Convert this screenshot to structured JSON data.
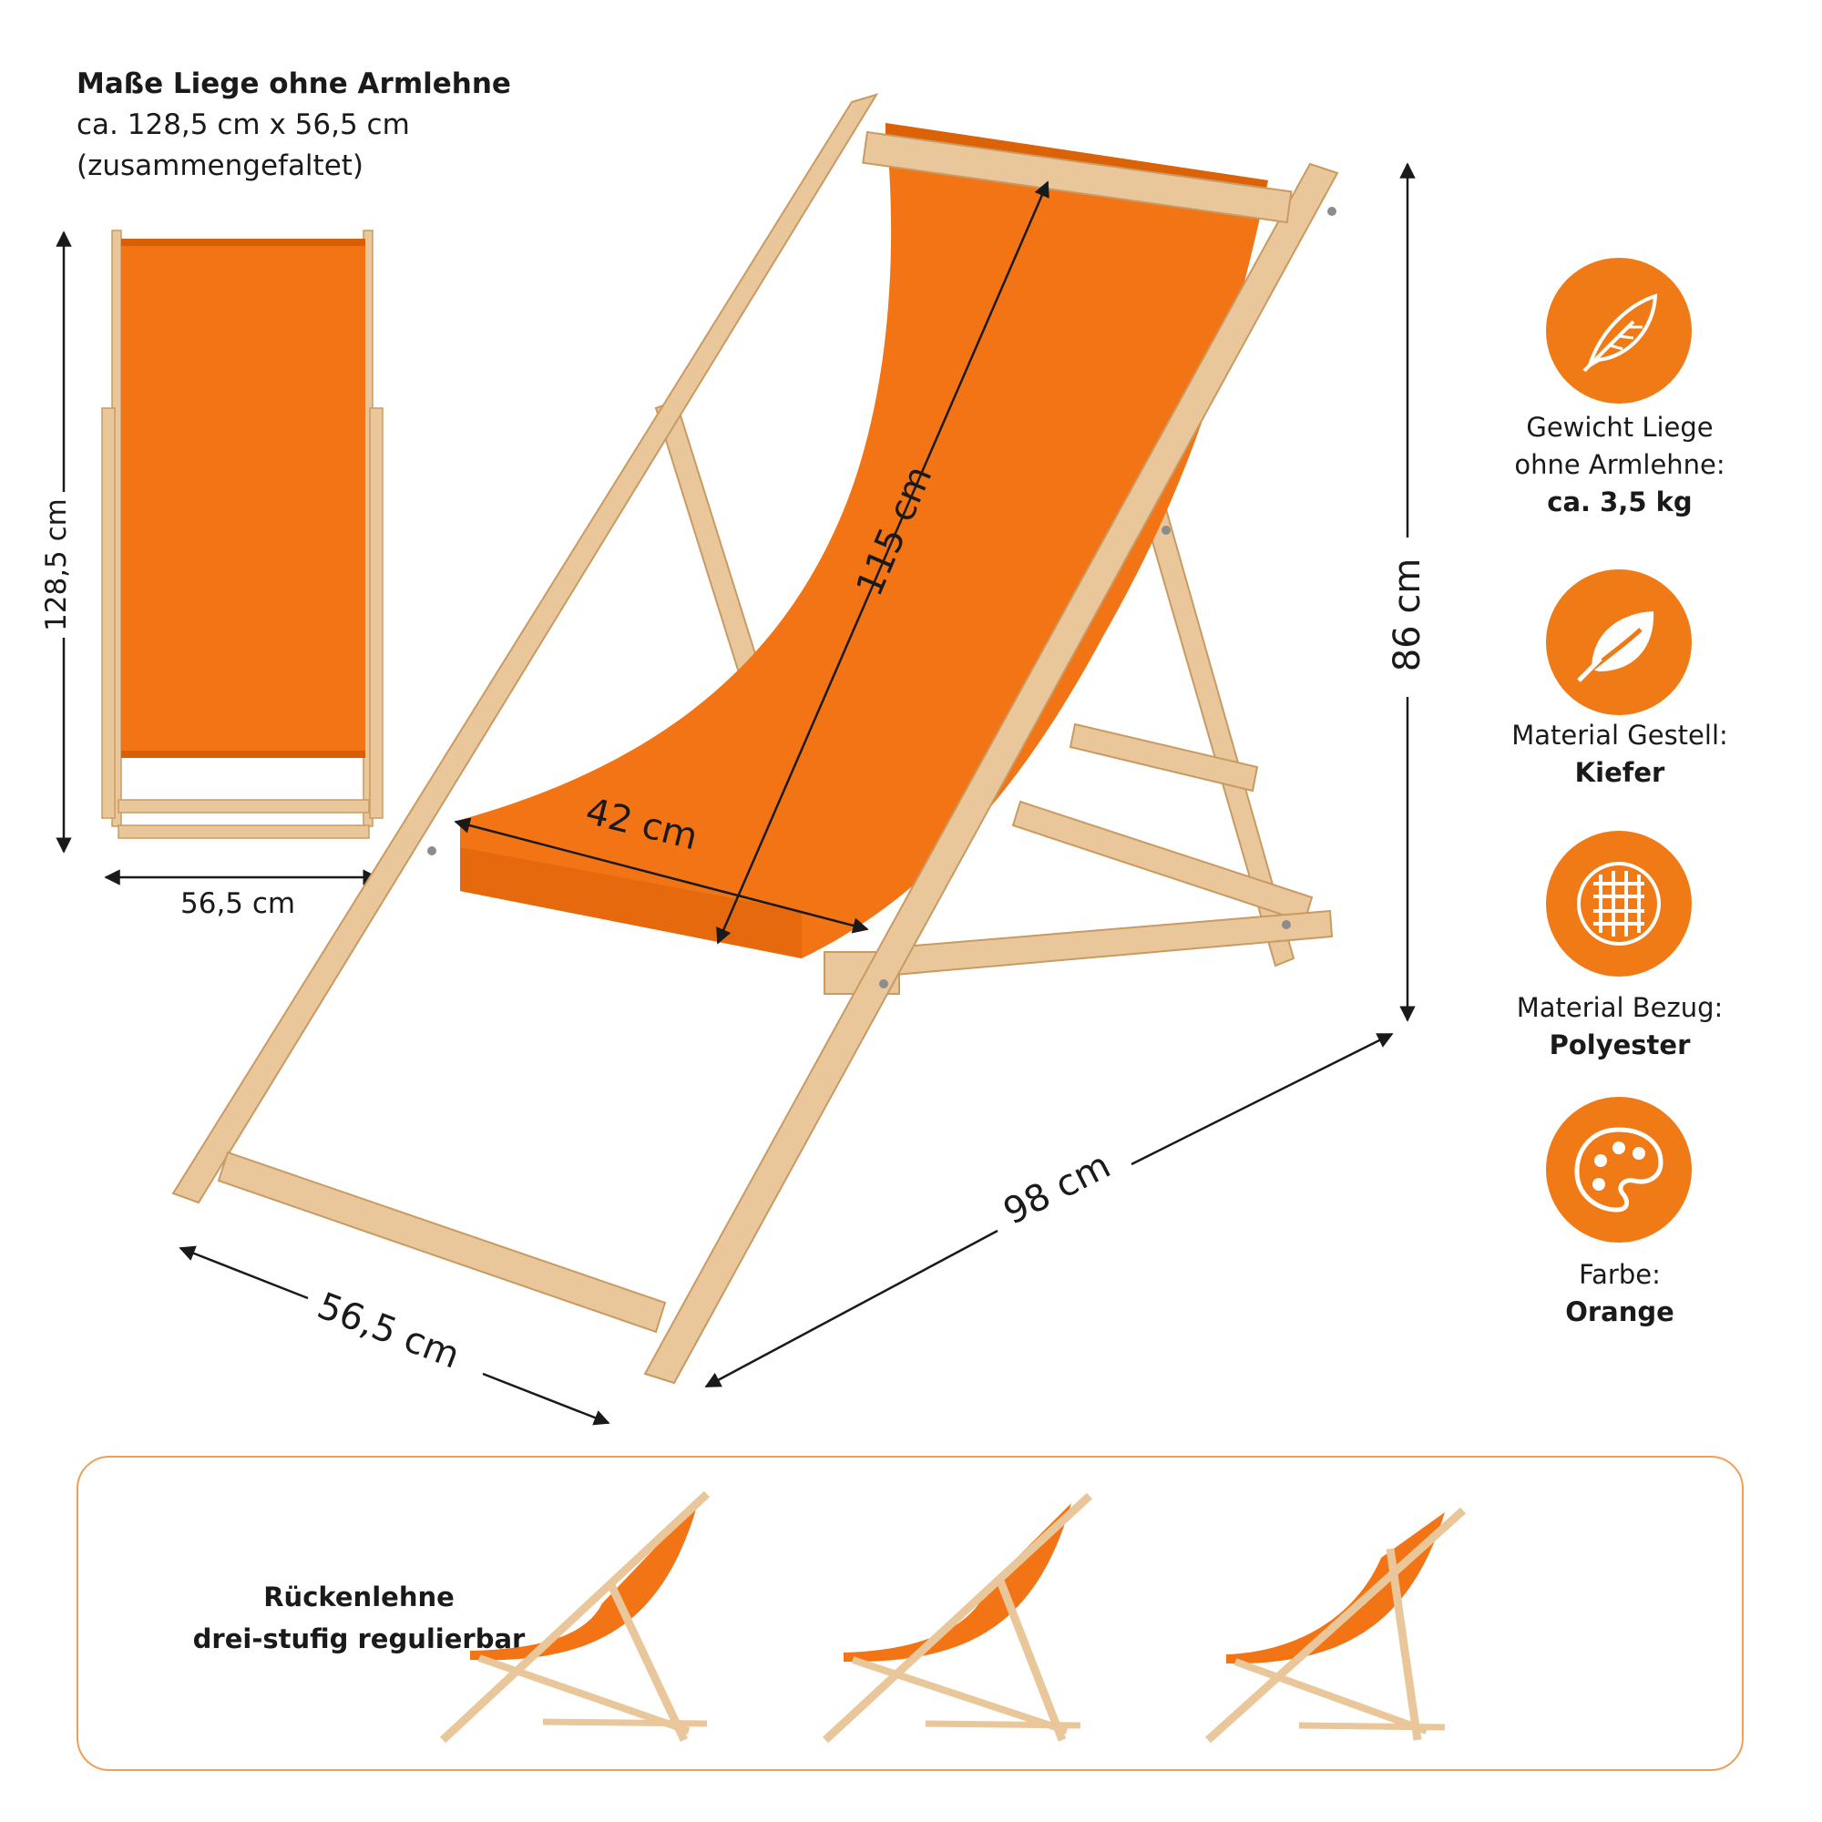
{
  "title": {
    "heading": "Maße Liege ohne Armlehne",
    "size_line": "ca. 128,5 cm x 56,5 cm",
    "note": "(zusammengefaltet)"
  },
  "dimensions": {
    "folded_height": "128,5 cm",
    "folded_width": "56,5 cm",
    "seat_length": "115 cm",
    "seat_width": "42 cm",
    "overall_height": "86 cm",
    "overall_depth": "98 cm",
    "overall_width": "56,5 cm"
  },
  "features": [
    {
      "icon": "feather-icon",
      "label_line1": "Gewicht Liege",
      "label_line2": "ohne Armlehne:",
      "value": "ca. 3,5 kg"
    },
    {
      "icon": "leaf-icon",
      "label_line1": "Material Gestell:",
      "label_line2": "",
      "value": "Kiefer"
    },
    {
      "icon": "fabric-weave-icon",
      "label_line1": "Material Bezug:",
      "label_line2": "",
      "value": "Polyester"
    },
    {
      "icon": "palette-icon",
      "label_line1": "Farbe:",
      "label_line2": "",
      "value": "Orange"
    }
  ],
  "adjustment": {
    "line1": "Rückenlehne",
    "line2": "drei-stufig regulierbar"
  },
  "colors": {
    "accent": "#f07a16",
    "fabric": "#f27414",
    "wood": "#e9c79b",
    "wood_dark": "#d6ac76",
    "panel_border": "#f0a056"
  }
}
